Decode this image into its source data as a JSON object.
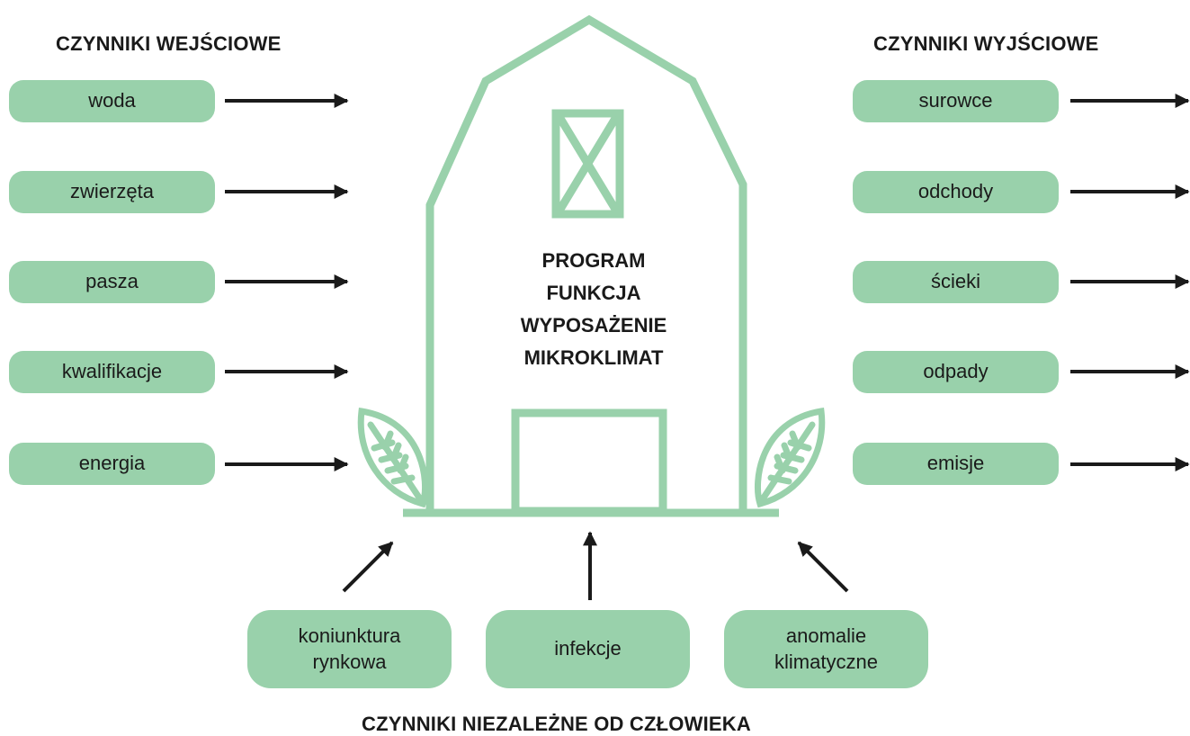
{
  "headings": {
    "inputs": "CZYNNIKI WEJŚCIOWE",
    "outputs": "CZYNNIKI WYJŚCIOWE",
    "independent": "CZYNNIKI NIEZALEŻNE OD CZŁOWIEKA"
  },
  "inputs": [
    "woda",
    "zwierzęta",
    "pasza",
    "kwalifikacje",
    "energia"
  ],
  "outputs": [
    "surowce",
    "odchody",
    "ścieki",
    "odpady",
    "emisje"
  ],
  "independent": [
    {
      "line1": "koniunktura",
      "line2": "rynkowa"
    },
    {
      "line1": "infekcje",
      "line2": ""
    },
    {
      "line1": "anomalie",
      "line2": "klimatyczne"
    }
  ],
  "barn_lines": [
    "PROGRAM",
    "FUNKCJA",
    "WYPOSAŻENIE",
    "MIKROKLIMAT"
  ],
  "colors": {
    "accent": "#99d1ab",
    "arrow": "#1a1a1a"
  }
}
